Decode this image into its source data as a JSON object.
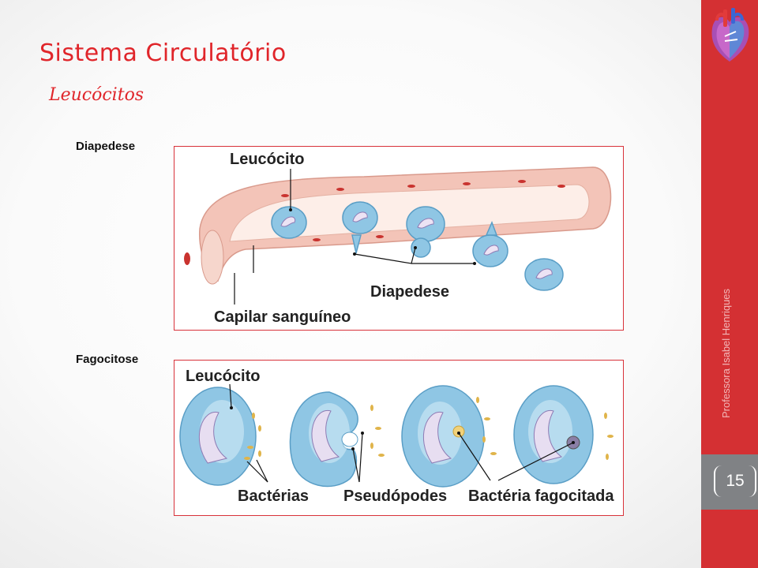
{
  "slide": {
    "title": "Sistema Circulatório",
    "subtitle": "Leucócitos",
    "author": "Professora Isabel Henriques",
    "page_number": "15"
  },
  "figures": {
    "diapedese": {
      "section_label": "Diapedese",
      "labels": {
        "leucocito": "Leucócito",
        "diapedese": "Diapedese",
        "capilar": "Capilar sanguíneo"
      }
    },
    "fagocitose": {
      "section_label": "Fagocitose",
      "labels": {
        "leucocito": "Leucócito",
        "bacterias": "Bactérias",
        "pseudopodes": "Pseudópodes",
        "fagocitada": "Bactéria fagocitada"
      }
    }
  },
  "colors": {
    "accent": "#e0252a",
    "sidebar": "#d43033",
    "page_box": "#808285",
    "cell": "#8fc6e4",
    "capillary": "#f3c4b8"
  },
  "icons": {
    "logo": "heart-icon"
  }
}
